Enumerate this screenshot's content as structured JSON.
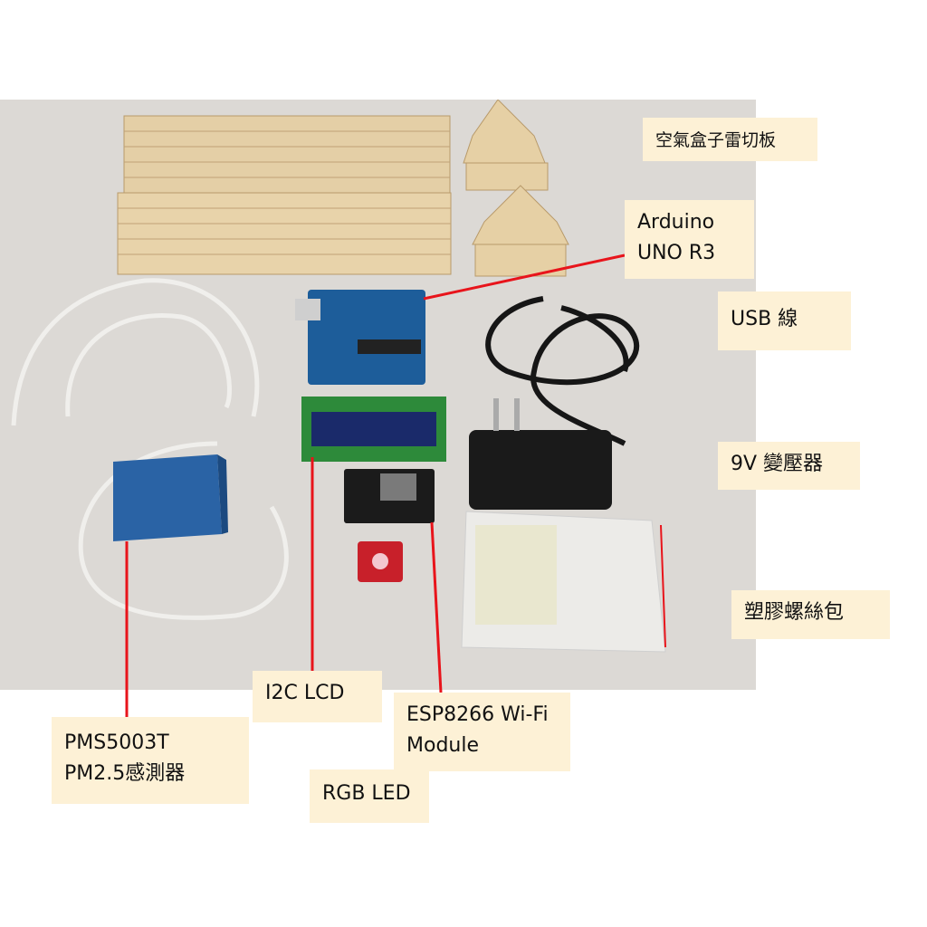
{
  "labels": {
    "laser_board": "空氣盒子雷切板",
    "arduino_line1": "Arduino",
    "arduino_line2": "UNO R3",
    "usb": "USB 線",
    "adapter": "9V 變壓器",
    "screws": "塑膠螺絲包",
    "lcd": "I2C LCD",
    "esp_line1": "ESP8266 Wi-Fi",
    "esp_line2": "Module",
    "rgb": "RGB LED",
    "pms_line1": "PMS5003T",
    "pms_line2": "PM2.5感測器"
  },
  "colors": {
    "label_bg": "#fdf1d6",
    "pointer": "#e8141b",
    "photo_bg": "#dddad6"
  }
}
